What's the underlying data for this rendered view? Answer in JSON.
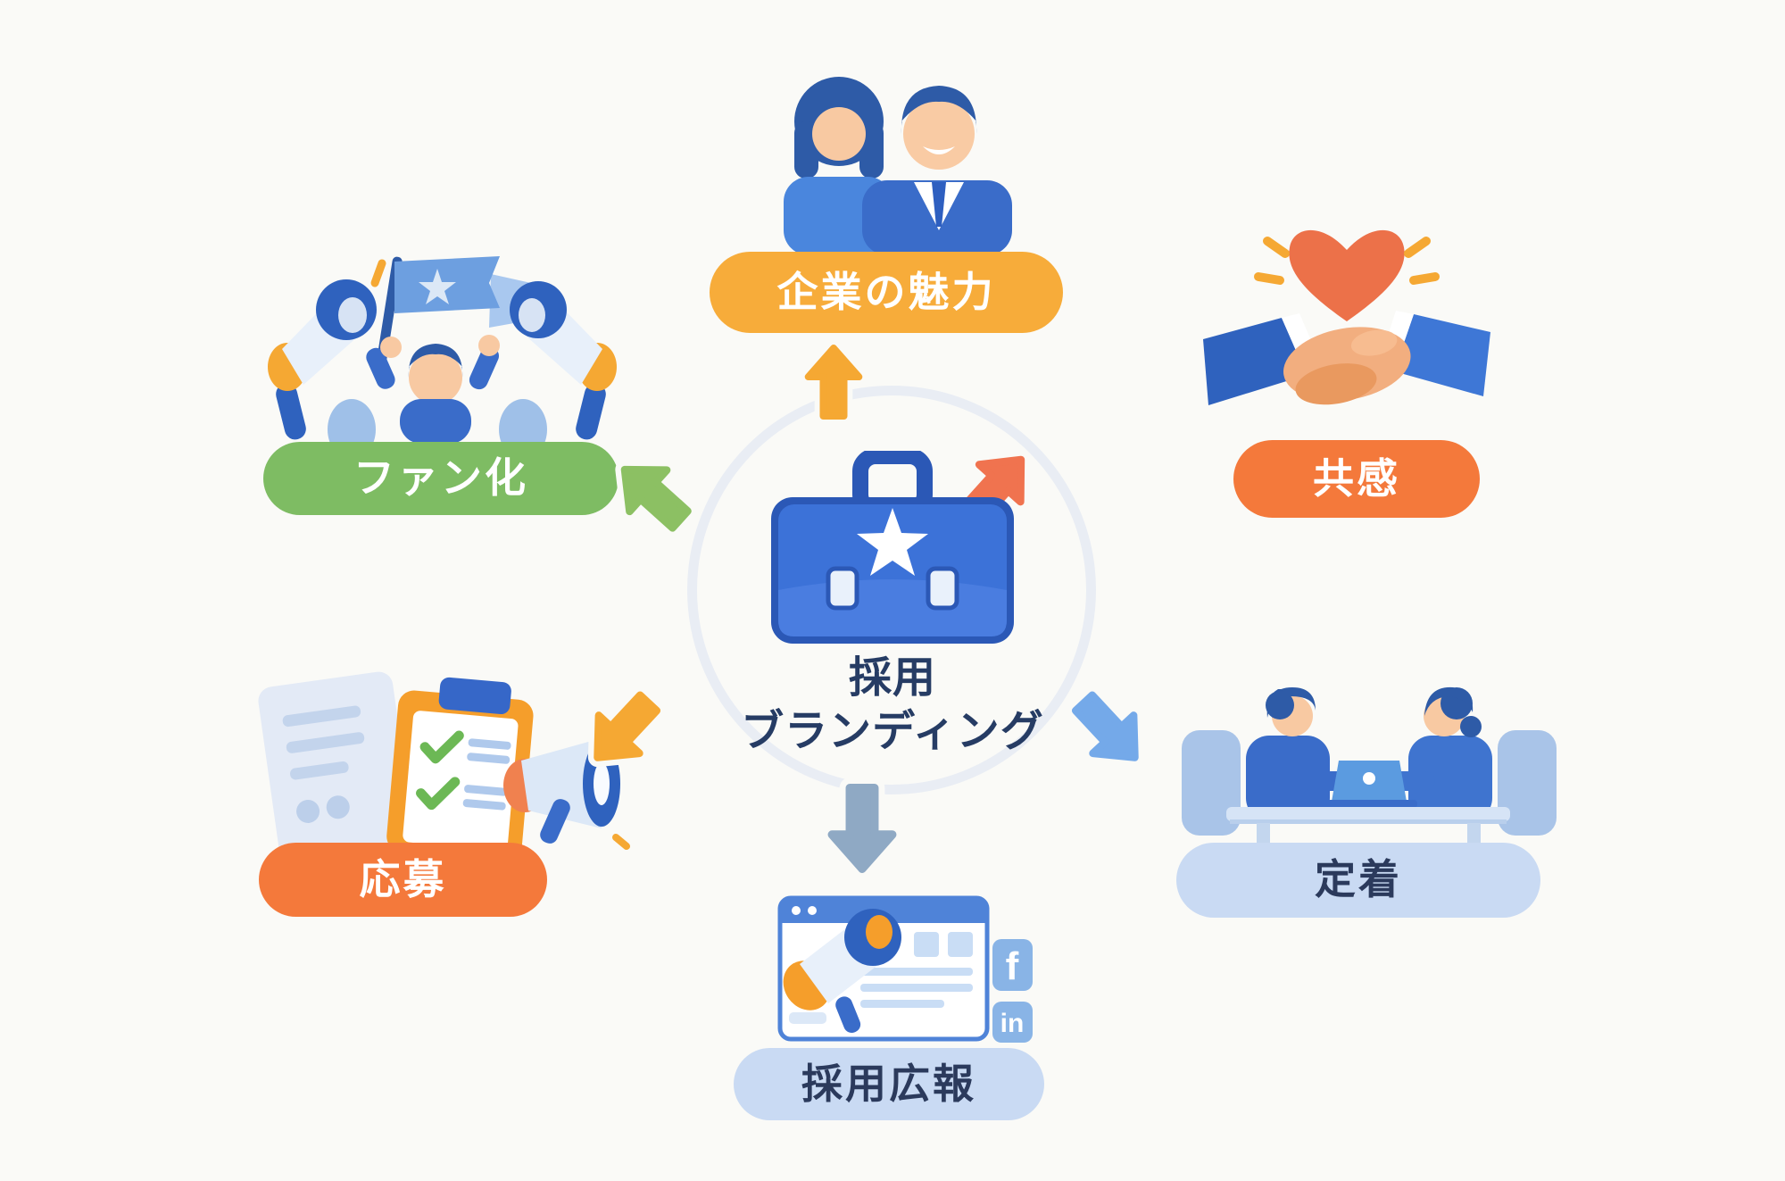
{
  "background_color": "#FAFAF7",
  "center": {
    "icon": "briefcase-star-icon",
    "label_line1": "採用",
    "label_line2": "ブランディング",
    "text_color": "#263C64",
    "ring_color": "#E9EDF4"
  },
  "nodes": {
    "appeal": {
      "label": "企業の魅力",
      "pill_color": "#F7AC3A",
      "label_color": "#FFFFFF",
      "arrow_color": "#F5A833",
      "arrow_direction": "up",
      "illustration": "business-people-icon"
    },
    "empathy": {
      "label": "共感",
      "pill_color": "#F4793B",
      "label_color": "#FFFFFF",
      "arrow_color": "#F0734F",
      "arrow_direction": "up-right",
      "illustration": "handshake-heart-icon"
    },
    "retention": {
      "label": "定着",
      "pill_color": "#C9DAF3",
      "label_color": "#2B3A5C",
      "arrow_color": "#74A9E9",
      "arrow_direction": "down-right",
      "illustration": "interview-desk-icon"
    },
    "pr": {
      "label": "採用広報",
      "pill_color": "#C9DAF3",
      "label_color": "#2B3A5C",
      "arrow_color": "#8FA9C4",
      "arrow_direction": "down",
      "illustration": "browser-megaphone-icon",
      "facebook_glyph": "f",
      "linkedin_glyph": "in"
    },
    "apply": {
      "label": "応募",
      "pill_color": "#F4793B",
      "label_color": "#FFFFFF",
      "arrow_color": "#F5A833",
      "arrow_direction": "down-left",
      "illustration": "clipboard-checklist-icon"
    },
    "fan": {
      "label": "ファン化",
      "pill_color": "#7EBC63",
      "label_color": "#FFFFFF",
      "arrow_color": "#8CC063",
      "arrow_direction": "up-left",
      "illustration": "fan-flag-icon"
    }
  }
}
